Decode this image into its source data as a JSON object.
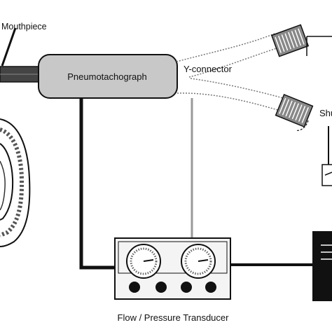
{
  "labels": {
    "mouthpiece": "Mouthpiece",
    "pneumotachograph": "Pneumotachograph",
    "y_connector": "Y-connector",
    "transducer": "Flow / Pressure Transducer",
    "shutter_partial": "Shu"
  },
  "colors": {
    "pneumotachograph_fill": "#c8c8c8",
    "outline": "#111111",
    "tube_gray": "#9a9a9a",
    "cable": "#111111"
  }
}
